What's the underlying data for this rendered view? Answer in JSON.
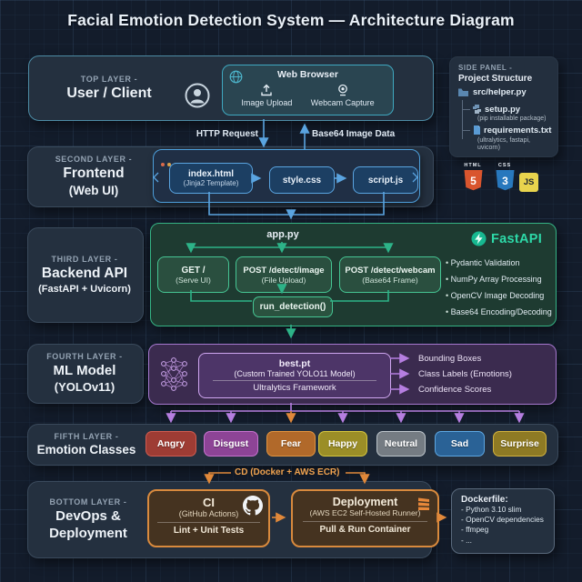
{
  "title": "Facial Emotion Detection System — Architecture Diagram",
  "colors": {
    "arrow_blue": "#5aa4e0",
    "arrow_green": "#2db388",
    "arrow_purple": "#b57ee0",
    "arrow_orange": "#e0883a",
    "fastapi_teal": "#2dd9a8",
    "html5_orange": "#d9552e",
    "css3_blue": "#2878bd",
    "js_yellow": "#e8d44d"
  },
  "icons": {
    "user-icon": "person silhouette in circle",
    "globe-icon": "globe",
    "upload-icon": "arrow up from tray",
    "webcam-icon": "webcam lens",
    "folder-icon": "folder",
    "python-icon": "python package",
    "file-icon": "text file",
    "html5-icon": "HTML5 shield",
    "css3-icon": "CSS3 shield",
    "js-icon": "JS square",
    "fastapi-icon": "lightning bolt in circle",
    "neural-network-icon": "neural network nodes",
    "github-icon": "github octocat",
    "aws-icon": "orange aws stack"
  },
  "top_layer": {
    "kicker": "TOP LAYER -",
    "title": "User / Client",
    "browser": {
      "title": "Web Browser",
      "items": [
        {
          "label": "Image Upload"
        },
        {
          "label": "Webcam Capture"
        }
      ]
    }
  },
  "side_panel": {
    "kicker": "SIDE PANEL -",
    "title": "Project Structure",
    "root": "src/helper.py",
    "children": [
      {
        "name": "setup.py",
        "note": "(pip installable package)"
      },
      {
        "name": "requirements.txt",
        "note1": "(ultralytics, fastapi,",
        "note2": "uvicorn)"
      }
    ]
  },
  "flows": {
    "http_request": "HTTP Request",
    "base64": "Base64 Image Data",
    "cd": "CD (Docker + AWS ECR)"
  },
  "frontend": {
    "kicker": "SECOND LAYER -",
    "title": "Frontend",
    "subtitle": "(Web UI)",
    "files": [
      {
        "name": "index.html",
        "note": "(Jinja2 Template)"
      },
      {
        "name": "style.css"
      },
      {
        "name": "script.js"
      }
    ],
    "badges": [
      {
        "caption": "HTML",
        "glyph": "5"
      },
      {
        "caption": "CSS",
        "glyph": "3"
      },
      {
        "caption": "JS",
        "glyph": "JS"
      }
    ]
  },
  "backend": {
    "kicker": "THIRD LAYER -",
    "title": "Backend API",
    "subtitle": "(FastAPI + Uvicorn)",
    "app_file": "app.py",
    "endpoints": [
      {
        "name": "GET /",
        "note": "(Serve UI)"
      },
      {
        "name": "POST /detect/image",
        "note": "(File Upload)"
      },
      {
        "name": "POST /detect/webcam",
        "note": "(Base64 Frame)"
      }
    ],
    "function": "run_detection()",
    "framework": "FastAPI",
    "features": [
      "Pydantic Validation",
      "NumPy Array Processing",
      "OpenCV Image Decoding",
      "Base64 Encoding/Decoding"
    ]
  },
  "ml": {
    "kicker": "FOURTH LAYER -",
    "title": "ML Model",
    "subtitle": "(YOLOv11)",
    "model_file": "best.pt",
    "model_note": "(Custom Trained YOLO11 Model)",
    "framework": "Ultralytics Framework",
    "outputs": [
      "Bounding Boxes",
      "Class Labels (Emotions)",
      "Confidence Scores"
    ]
  },
  "emotions": {
    "kicker": "FIFTH LAYER -",
    "title": "Emotion Classes",
    "items": [
      {
        "label": "Angry",
        "fill": "#9e3c34",
        "border": "#d05c50"
      },
      {
        "label": "Disgust",
        "fill": "#8d4496",
        "border": "#c873cf"
      },
      {
        "label": "Fear",
        "fill": "#b1692a",
        "border": "#e2943f"
      },
      {
        "label": "Happy",
        "fill": "#9b8e27",
        "border": "#d6c63e"
      },
      {
        "label": "Neutral",
        "fill": "#757c83",
        "border": "#bcc4ca"
      },
      {
        "label": "Sad",
        "fill": "#2a6296",
        "border": "#5da7e2"
      },
      {
        "label": "Surprise",
        "fill": "#8e7a24",
        "border": "#d3b23e"
      }
    ]
  },
  "devops": {
    "kicker": "BOTTOM LAYER -",
    "title_line1": "DevOps &",
    "title_line2": "Deployment",
    "ci": {
      "title": "CI",
      "subtitle": "(GitHub Actions)",
      "task": "Lint + Unit Tests"
    },
    "deploy": {
      "title": "Deployment",
      "subtitle": "(AWS EC2 Self-Hosted Runner)",
      "task": "Pull & Run Container"
    },
    "dockerfile": {
      "title": "Dockerfile:",
      "items": [
        "- Python 3.10 slim",
        "- OpenCV dependencies",
        "- ffmpeg",
        "- ..."
      ]
    }
  }
}
